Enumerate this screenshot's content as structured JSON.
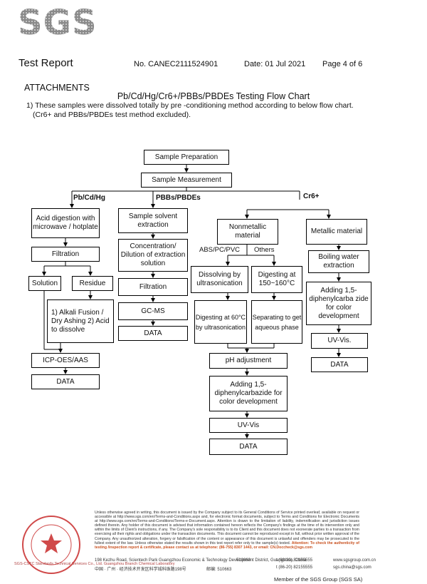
{
  "logo": "SGS",
  "header": {
    "title": "Test Report",
    "report_no": "No. CANEC2111524901",
    "date": "Date: 01 Jul 2021",
    "page": "Page 4 of 6"
  },
  "attachments": "ATTACHMENTS",
  "flow_title": "Pb/Cd/Hg/Cr6+/PBBs/PBDEs Testing Flow Chart",
  "notes": {
    "line1": "1) These samples were dissolved totally by pre -conditioning method according to below flow chart.",
    "line2": "(Cr6+ and PBBs/PBDEs test method excluded)."
  },
  "flow": {
    "sample_prep": "Sample Preparation",
    "sample_meas": "Sample Measurement",
    "branch_pb": "Pb/Cd/Hg",
    "branch_pbb": "PBBs/PBDEs",
    "branch_cr": "Cr6+",
    "acid_digestion": "Acid digestion with microwave / hotplate",
    "filtration1": "Filtration",
    "solution": "Solution",
    "residue": "Residue",
    "alkali": "1) Alkali Fusion / Dry Ashing 2) Acid to dissolve",
    "icp": "ICP-OES/AAS",
    "data1": "DATA",
    "solvent_extraction": "Sample solvent extraction",
    "concentration": "Concentration/ Dilution of extraction solution",
    "filtration2": "Filtration",
    "gcms": "GC-MS",
    "data2": "DATA",
    "nonmetallic": "Nonmetallic material",
    "abs": "ABS/PC/PVC",
    "others": "Others",
    "dissolving": "Dissolving by ultrasonication",
    "digesting150": "Digesting at 150~160°C",
    "digesting60": "Digesting at 60°C by ultrasonication",
    "separating": "Separating to get aqueous phase",
    "ph": "pH adjustment",
    "adding1": "Adding 1,5- diphenylcarbazide for color development",
    "uvvis1": "UV-Vis",
    "data3": "DATA",
    "metallic": "Metallic material",
    "boiling": "Boiling water extraction",
    "adding2": "Adding 1,5- diphenylcarba zide for color development",
    "uvvis2": "UV-Vis.",
    "data4": "DATA"
  },
  "footer": {
    "disclaimer": "Unless otherwise agreed in writing, this document is issued by the Company subject to its General Conditions of Service printed overleaf, available on request or accessible at http://www.sgs.com/en/Terms-and-Conditions.aspx and, for electronic format documents, subject to Terms and Conditions for Electronic Documents at http://www.sgs.com/en/Terms-and-Conditions/Terms-e-Document.aspx. Attention is drawn to the limitation of liability, indemnification and jurisdiction issues defined therein. Any holder of this document is advised that information contained hereon reflects the Company's findings at the time of its intervention only and within the limits of Client's instructions, if any. The Company's sole responsibility is to its Client and this document does not exonerate parties to a transaction from exercising all their rights and obligations under the transaction documents. This document cannot be reproduced except in full, without prior written approval of the Company. Any unauthorized alteration, forgery or falsification of the content or appearance of this document is unlawful and offenders may be prosecuted to the fullest extent of the law. Unless otherwise stated the results shown in this test report refer only to the sample(s) tested.",
    "attention": "Attention: To check the authenticity of testing /inspection report & certificate, please contact us at telephone: (86-755) 8307 1443, or email: CN.Doccheck@sgs.com",
    "addr_en": "198 Kezhu Road, Scientech Park Guangzhou Economic & Technology Development District, Guangzhou, China",
    "postcode": "510663",
    "addr_cn": "中国 · 广州 · 经济技术开发区科学城科珠路198号",
    "postcode_cn": "邮编: 510663",
    "tel": "t (86-20) 82155555",
    "web": "www.sgsgroup.com.cn",
    "tel2": "t (86-20) 82155555",
    "email": "sgs.china@sgs.com",
    "seal_text": "SGS-CSTC Standards Technical Services Co., Ltd. Guangzhou Branch Chemical Laboratory",
    "member": "Member of the SGS Group (SGS SA)"
  }
}
